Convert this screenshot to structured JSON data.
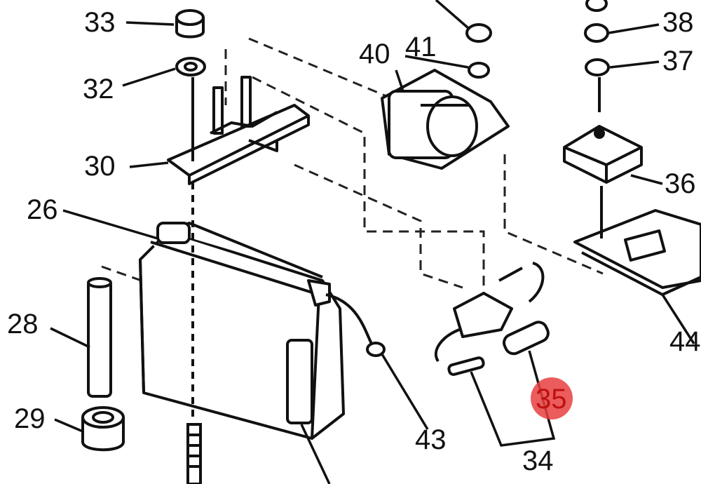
{
  "diagram": {
    "callouts": {
      "c26": "26",
      "c28": "28",
      "c29": "29",
      "c30": "30",
      "c32": "32",
      "c33": "33",
      "c34": "34",
      "c35": "35",
      "c36": "36",
      "c37": "37",
      "c38": "38",
      "c40": "40",
      "c41": "41",
      "c43": "43",
      "c44": "44"
    },
    "highlight": {
      "part": "35",
      "color": "#e84040"
    }
  }
}
